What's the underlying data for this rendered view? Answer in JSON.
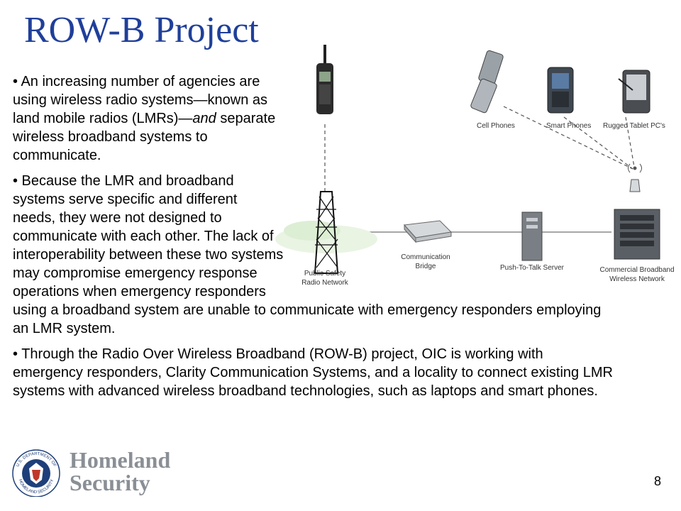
{
  "slide": {
    "title": "ROW-B Project",
    "page_number": "8"
  },
  "bullets": [
    {
      "prefix": "• An increasing number of agencies are using wireless radio systems—known as land mobile radios (LMRs)—",
      "italic": "and",
      "suffix": " separate wireless broadband systems to communicate."
    },
    {
      "text": "• Because the LMR and broadband systems serve specific and different needs, they were not designed to communicate with each other. The lack of interoperability between these two systems may compromise emergency response operations when emergency responders using a broadband system are unable to communicate with emergency responders employing an LMR system."
    },
    {
      "text": "• Through the Radio Over Wireless Broadband (ROW-B) project, OIC is working with emergency responders, Clarity Communication Systems, and a locality to connect existing LMR systems with advanced wireless broadband technologies, such as laptops and smart phones."
    }
  ],
  "diagram": {
    "labels": {
      "cell_phones": "Cell Phones",
      "smart_phones": "Smart Phones",
      "rugged_tablet": "Rugged Tablet PC's",
      "public_safety_1": "Public Safety",
      "public_safety_2": "Radio Network",
      "comm_bridge_1": "Communication",
      "comm_bridge_2": "Bridge",
      "ptt_server": "Push-To-Talk Server",
      "commercial_1": "Commercial Broadband",
      "commercial_2": "Wireless Network"
    }
  },
  "logo": {
    "line1": "Homeland",
    "line2": "Security",
    "seal_text_top": "U.S. DEPARTMENT OF",
    "seal_text_bottom": "HOMELAND SECURITY"
  },
  "colors": {
    "title": "#1f3f9a",
    "logo_text": "#8a8f96"
  }
}
